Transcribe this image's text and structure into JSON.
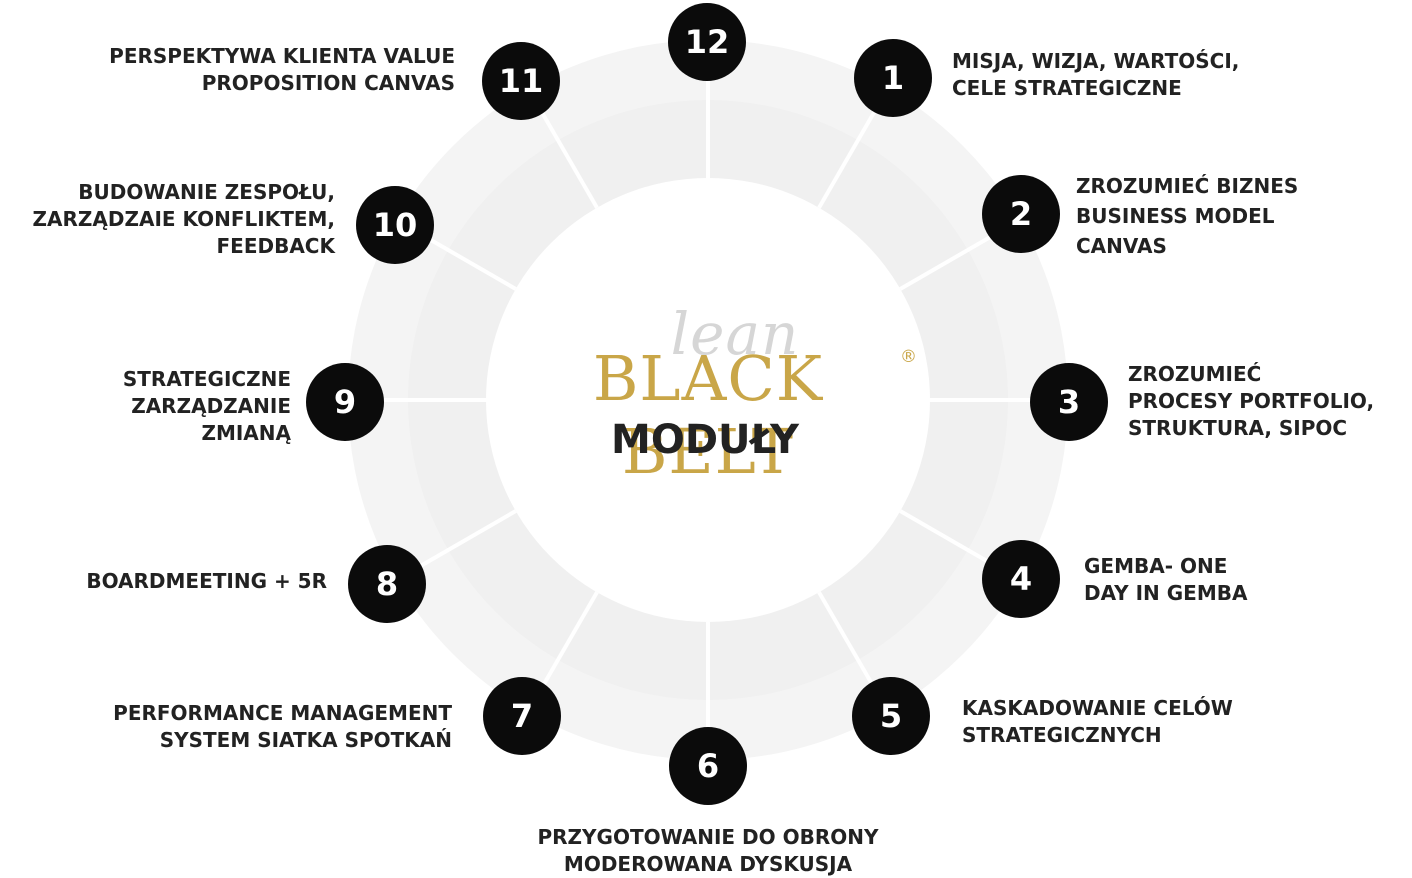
{
  "logo": {
    "lean": "lean",
    "black_belt": "BLACK BELT",
    "registered": "®"
  },
  "title": "MODUŁY",
  "colors": {
    "circle": "#0b0b0b",
    "gold": "#c9a648",
    "ring": "#f3f3f3",
    "text": "#222222"
  },
  "modules": [
    {
      "number": "1",
      "lines": [
        "MISJA, WIZJA, WARTOŚCI,",
        "CELE STRATEGICZNE"
      ]
    },
    {
      "number": "2",
      "lines": [
        "ZROZUMIEĆ BIZNES",
        "BUSINESS MODEL",
        "CANVAS"
      ]
    },
    {
      "number": "3",
      "lines": [
        "ZROZUMIEĆ",
        "PROCESY PORTFOLIO,",
        "STRUKTURA, SIPOC"
      ]
    },
    {
      "number": "4",
      "lines": [
        "GEMBA- ONE",
        "DAY IN GEMBA"
      ]
    },
    {
      "number": "5",
      "lines": [
        "KASKADOWANIE CELÓW",
        "STRATEGICZNYCH"
      ]
    },
    {
      "number": "6",
      "lines": [
        "PRZYGOTOWANIE DO OBRONY",
        "MODEROWANA DYSKUSJA"
      ]
    },
    {
      "number": "7",
      "lines": [
        "PERFORMANCE MANAGEMENT",
        "SYSTEM SIATKA SPOTKAŃ"
      ]
    },
    {
      "number": "8",
      "lines": [
        "BOARDMEETING + 5R"
      ]
    },
    {
      "number": "9",
      "lines": [
        "STRATEGICZNE",
        "ZARZĄDZANIE",
        "ZMIANĄ"
      ]
    },
    {
      "number": "10",
      "lines": [
        "BUDOWANIE ZESPOŁU,",
        "ZARZĄDZAIE KONFLIKTEM,",
        "FEEDBACK"
      ]
    },
    {
      "number": "11",
      "lines": [
        "PERSPEKTYWA KLIENTA VALUE",
        "PROPOSITION CANVAS"
      ]
    },
    {
      "number": "12",
      "lines": []
    }
  ]
}
